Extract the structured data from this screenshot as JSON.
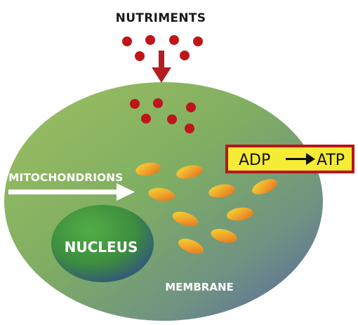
{
  "labels": {
    "nutrients": "NUTRIMENTS",
    "mitochondria": "MITOCHONDRIONS",
    "nucleus": "NUCLEUS",
    "membrane": "MEMBRANE"
  },
  "conversion": {
    "from": "ADP",
    "to": "ATP"
  },
  "colors": {
    "nutrient_dot": "#c0151a",
    "arrow_red": "#b41e22",
    "cell_green": "#8cb55a",
    "cell_blue": "#5f6ea8",
    "nucleus_green": "#3f9a3b",
    "nucleus_dark": "#2f4f8a",
    "mito_orange": "#ea8b24",
    "mito_yellow": "#f6d531",
    "box_fill": "#f6ec35",
    "box_border": "#b8141a"
  }
}
